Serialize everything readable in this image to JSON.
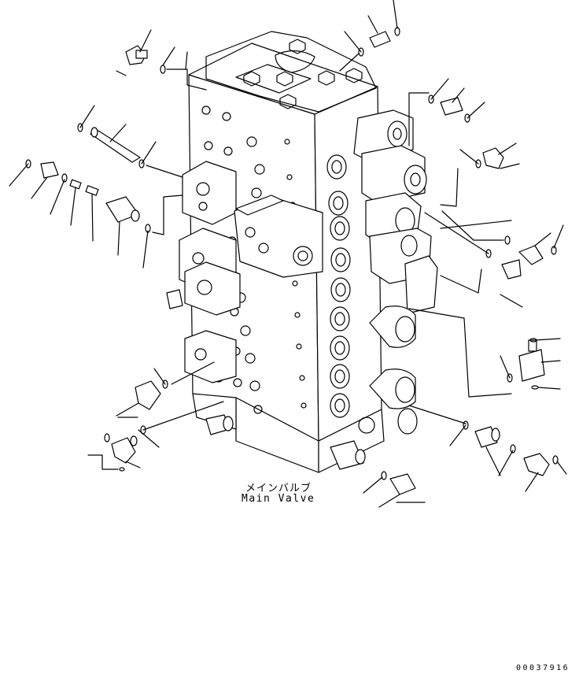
{
  "caption": {
    "japanese": "メインバルブ",
    "english": "Main Valve"
  },
  "drawing_number": "00037916",
  "colors": {
    "ink": "#000000",
    "paper": "#ffffff"
  }
}
